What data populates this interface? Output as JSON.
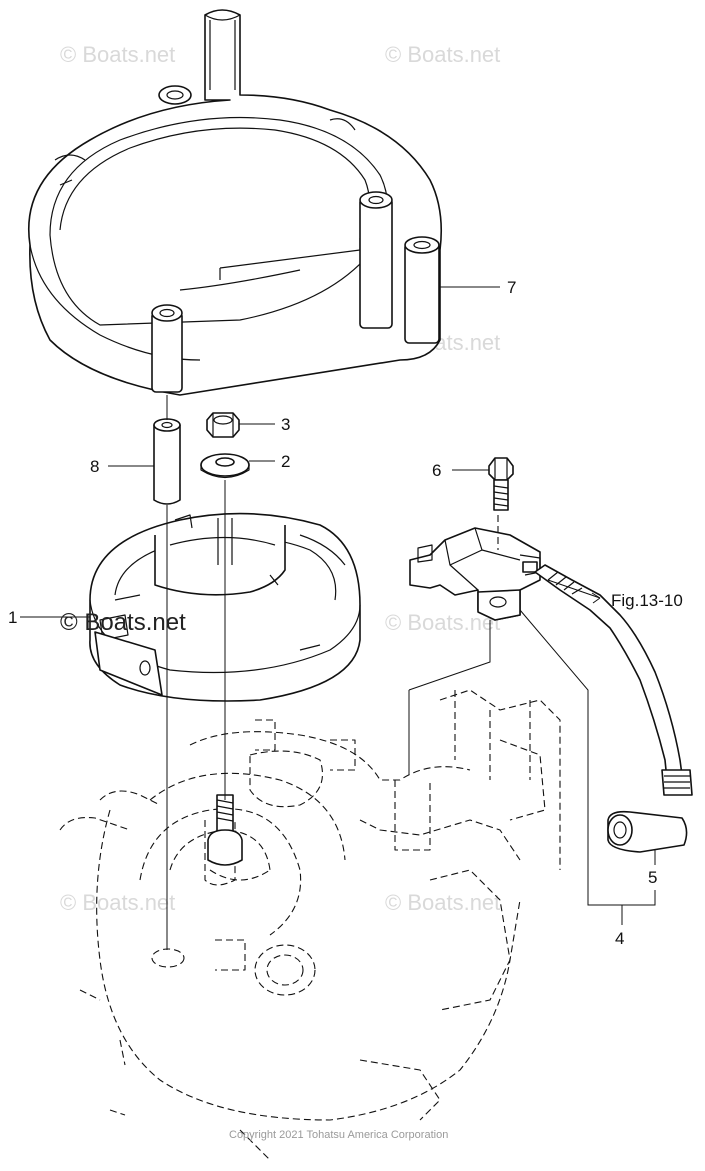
{
  "callouts": [
    {
      "id": "1",
      "label": "1"
    },
    {
      "id": "2",
      "label": "2"
    },
    {
      "id": "3",
      "label": "3"
    },
    {
      "id": "4",
      "label": "4"
    },
    {
      "id": "5",
      "label": "5"
    },
    {
      "id": "6",
      "label": "6"
    },
    {
      "id": "7",
      "label": "7"
    },
    {
      "id": "8",
      "label": "8"
    }
  ],
  "figure_reference": "Fig.13-10",
  "watermarks": {
    "text": "© Boats.net",
    "prominent": "© Boats.net"
  },
  "copyright": "Copyright 2021 Tohatsu America Corporation"
}
